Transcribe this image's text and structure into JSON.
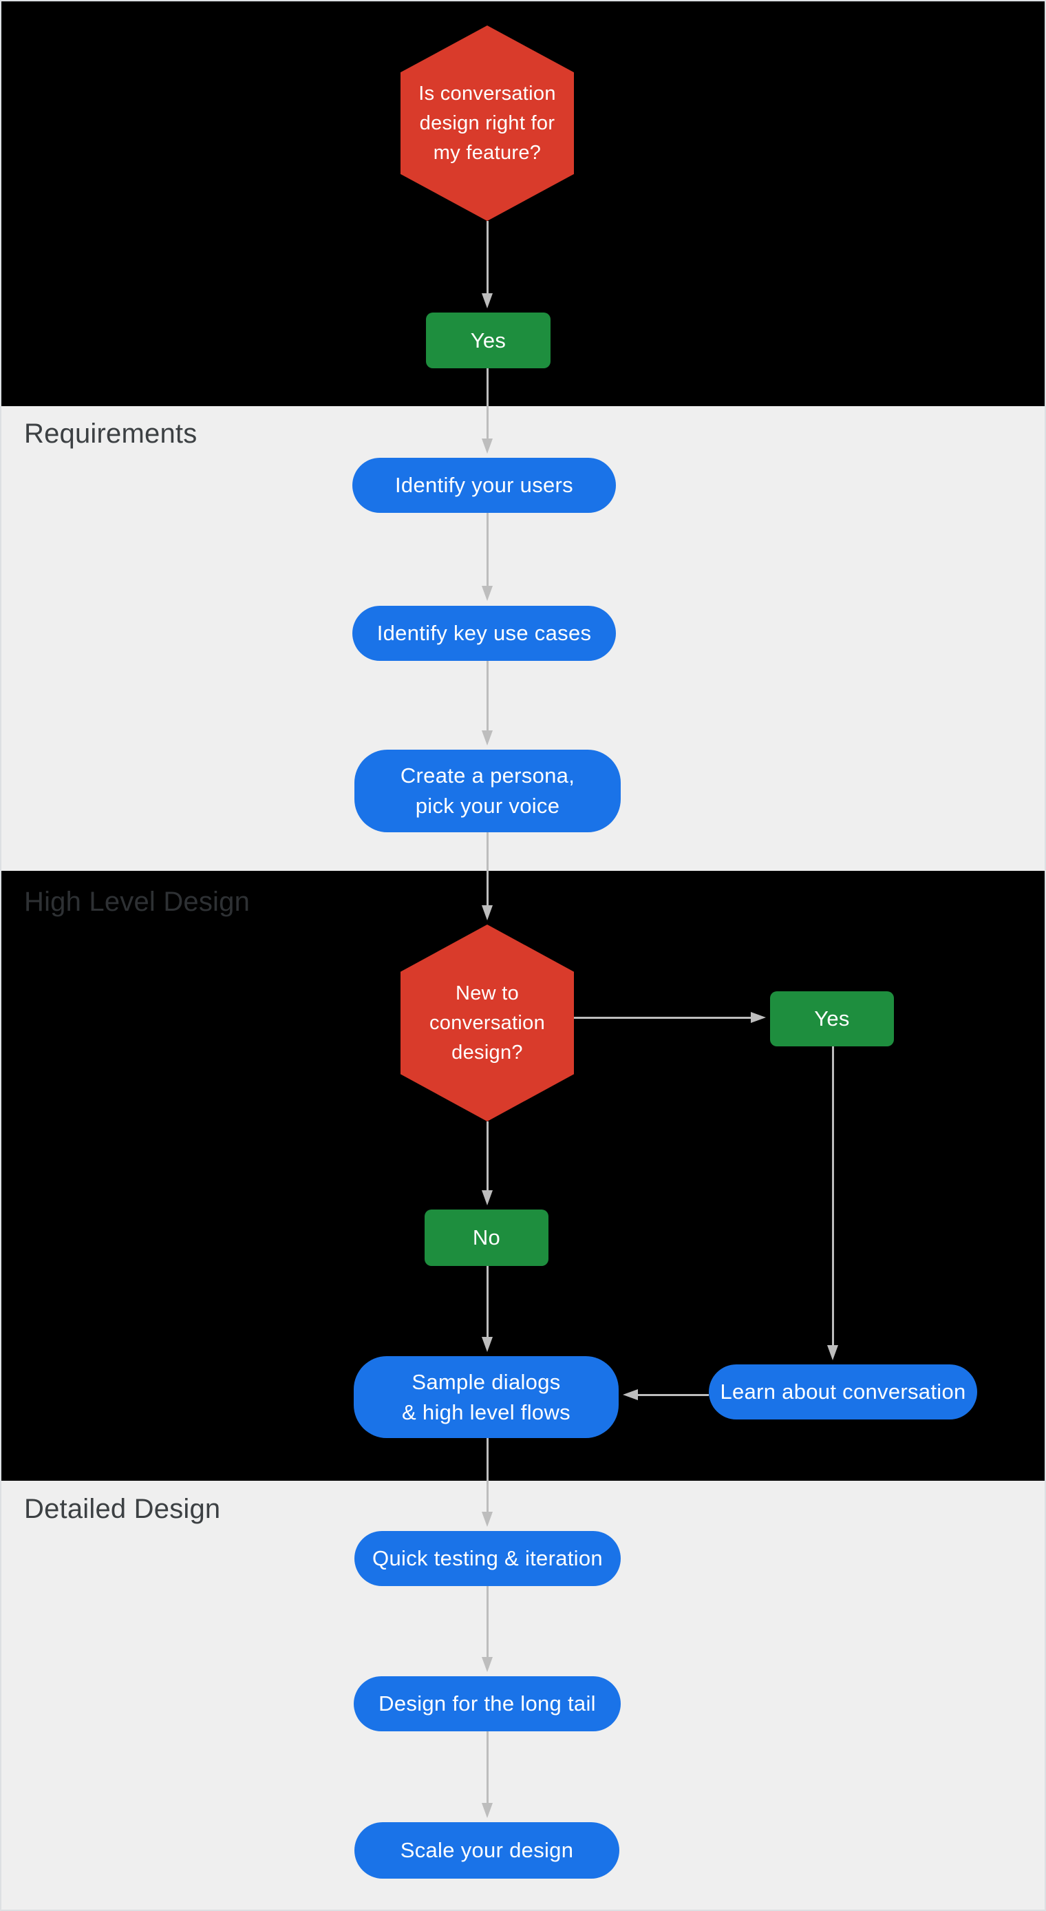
{
  "colors": {
    "band_black": "#000000",
    "band_gray": "#EFEFEF",
    "node_red": "#D93B2B",
    "node_green": "#1E8E3E",
    "node_blue": "#1A73E8",
    "connector": "#BDBDBD",
    "label_on_gray": "#3C4043",
    "label_on_black": "#2E3134",
    "node_text": "#FFFFFF",
    "frame_border": "#DDE0E3"
  },
  "sections": [
    {
      "id": "intro",
      "label": ""
    },
    {
      "id": "requirements",
      "label": "Requirements"
    },
    {
      "id": "high_level_design",
      "label": "High Level Design"
    },
    {
      "id": "detailed_design",
      "label": "Detailed Design"
    }
  ],
  "nodes": {
    "start_decision": {
      "lines": [
        "Is conversation",
        "design right for",
        "my feature?"
      ]
    },
    "start_answer": {
      "label": "Yes"
    },
    "identify_users": {
      "label": "Identify your users"
    },
    "identify_use_cases": {
      "label": "Identify key use cases"
    },
    "create_persona": {
      "lines": [
        "Create a persona,",
        "pick your voice"
      ]
    },
    "new_to_cd_decision": {
      "lines": [
        "New to",
        "conversation",
        "design?"
      ]
    },
    "new_to_cd_yes": {
      "label": "Yes"
    },
    "new_to_cd_no": {
      "label": "No"
    },
    "sample_dialogs": {
      "lines": [
        "Sample dialogs",
        "& high level flows"
      ]
    },
    "learn_conversation": {
      "label": "Learn about conversation"
    },
    "quick_testing": {
      "label": "Quick testing & iteration"
    },
    "long_tail": {
      "label": "Design for the long tail"
    },
    "scale_design": {
      "label": "Scale your design"
    }
  }
}
